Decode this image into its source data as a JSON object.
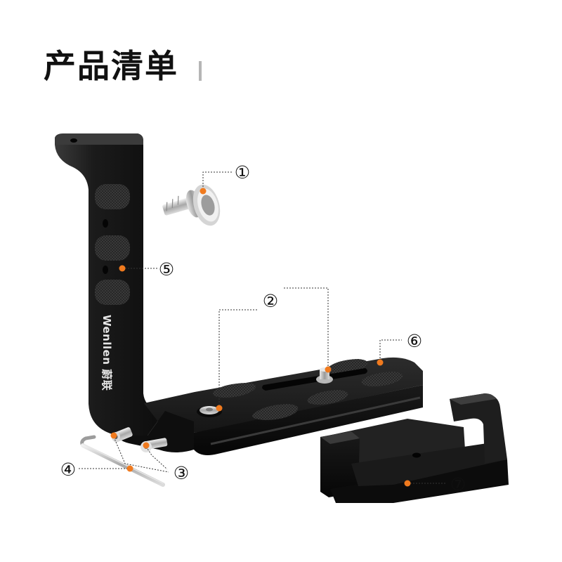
{
  "title": "产品清单",
  "brand_mark": "Wenllen 蔚联",
  "colors": {
    "marker": "#f07a1e",
    "metal": "#161616",
    "callout": "#333333",
    "title_bar": "#b5b5b5"
  },
  "callouts": [
    {
      "id": "1",
      "label": "①"
    },
    {
      "id": "2",
      "label": "②"
    },
    {
      "id": "3",
      "label": "③"
    },
    {
      "id": "4",
      "label": "④"
    },
    {
      "id": "5",
      "label": "⑤"
    },
    {
      "id": "6",
      "label": "⑥"
    },
    {
      "id": "7",
      "label": "⑦"
    }
  ]
}
